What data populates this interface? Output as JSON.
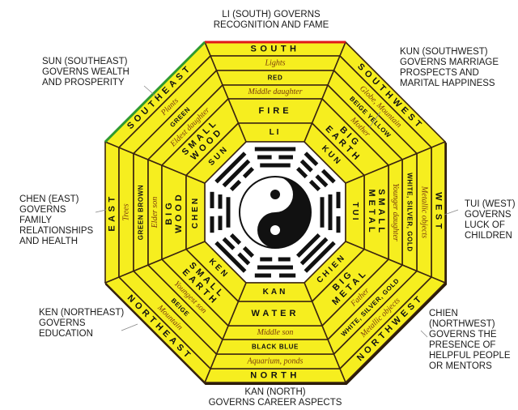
{
  "colors": {
    "band": "#f6ee1f",
    "outline": "#3a2410",
    "italic": "#7a3a0c",
    "text": "#111111",
    "south_edge": "#e01818",
    "southeast_edge": "#2e9a2e"
  },
  "sectors": [
    {
      "direction": "SOUTH",
      "object": "Lights",
      "color": "RED",
      "family": "Middle daughter",
      "element": "FIRE",
      "trigram": "LI",
      "trigram_lines": [
        1,
        0,
        1
      ]
    },
    {
      "direction": "SOUTHWEST",
      "object": "Globe, Mountain",
      "color": "BEIGE YELLOW",
      "family": "Mother",
      "element": "BIG EARTH",
      "trigram": "KUN",
      "trigram_lines": [
        0,
        0,
        0
      ]
    },
    {
      "direction": "WEST",
      "object": "Metallic objects",
      "color": "WHITE, SILVER, GOLD",
      "family": "Younger daughter",
      "element": "SMALL METAL",
      "trigram": "TUI",
      "trigram_lines": [
        0,
        1,
        1
      ]
    },
    {
      "direction": "NORTHWEST",
      "object": "Metallic objects",
      "color": "WHITE, SILVER, GOLD",
      "family": "Father",
      "element": "BIG METAL",
      "trigram": "CHIEN",
      "trigram_lines": [
        1,
        1,
        1
      ]
    },
    {
      "direction": "NORTH",
      "object": "Aquarium, ponds",
      "color": "BLACK BLUE",
      "family": "Middle son",
      "element": "WATER",
      "trigram": "KAN",
      "trigram_lines": [
        0,
        1,
        0
      ]
    },
    {
      "direction": "NORTHEAST",
      "object": "Mountain",
      "color": "BEIGE",
      "family": "Youngest son",
      "element": "SMALL EARTH",
      "trigram": "KEN",
      "trigram_lines": [
        1,
        0,
        0
      ]
    },
    {
      "direction": "EAST",
      "object": "Trees",
      "color": "GREEN BROWN",
      "family": "Elder son",
      "element": "BIG WOOD",
      "trigram": "CHEN",
      "trigram_lines": [
        0,
        0,
        1
      ]
    },
    {
      "direction": "SOUTHEAST",
      "object": "Plants",
      "color": "GREEN",
      "family": "Eldest daughter",
      "element": "SMALL WOOD",
      "trigram": "SUN",
      "trigram_lines": [
        1,
        1,
        0
      ]
    }
  ],
  "callouts": {
    "south": [
      "LI (SOUTH) GOVERNS",
      "RECOGNITION AND FAME"
    ],
    "southeast": [
      "SUN (SOUTHEAST)",
      "GOVERNS WEALTH",
      "AND PROSPERITY"
    ],
    "southwest": [
      "KUN (SOUTHWEST)",
      "GOVERNS MARRIAGE",
      "PROSPECTS AND",
      "MARITAL HAPPINESS"
    ],
    "east": [
      "CHEN (EAST)",
      "GOVERNS",
      "FAMILY",
      "RELATIONSHIPS",
      "AND HEALTH"
    ],
    "west": [
      "TUI (WEST)",
      "GOVERNS",
      "LUCK OF",
      "CHILDREN"
    ],
    "northeast": [
      "KEN (NORTHEAST)",
      "GOVERNS",
      "EDUCATION"
    ],
    "northwest": [
      "CHIEN",
      "(NORTHWEST)",
      "GOVERNS THE",
      "PRESENCE OF",
      "HELPFUL PEOPLE",
      "OR MENTORS"
    ],
    "north": [
      "KAN (NORTH)",
      "GOVERNS CAREER ASPECTS"
    ]
  }
}
